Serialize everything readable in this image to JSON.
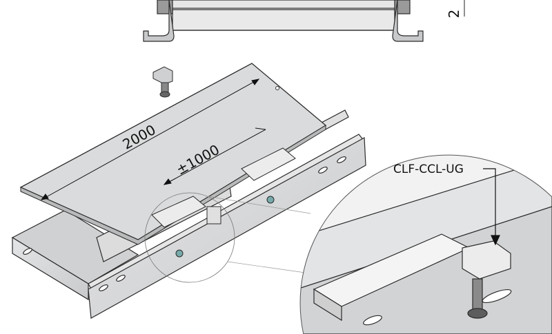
{
  "drawing": {
    "section_dimension": "2",
    "length_dimension": "2000",
    "overlap_dimension": "±1000",
    "part_label": "CLF-CCL-UG"
  },
  "colors": {
    "metal": "#d9dadb",
    "metal_dark": "#a9abad",
    "line": "#2a2a2a"
  }
}
